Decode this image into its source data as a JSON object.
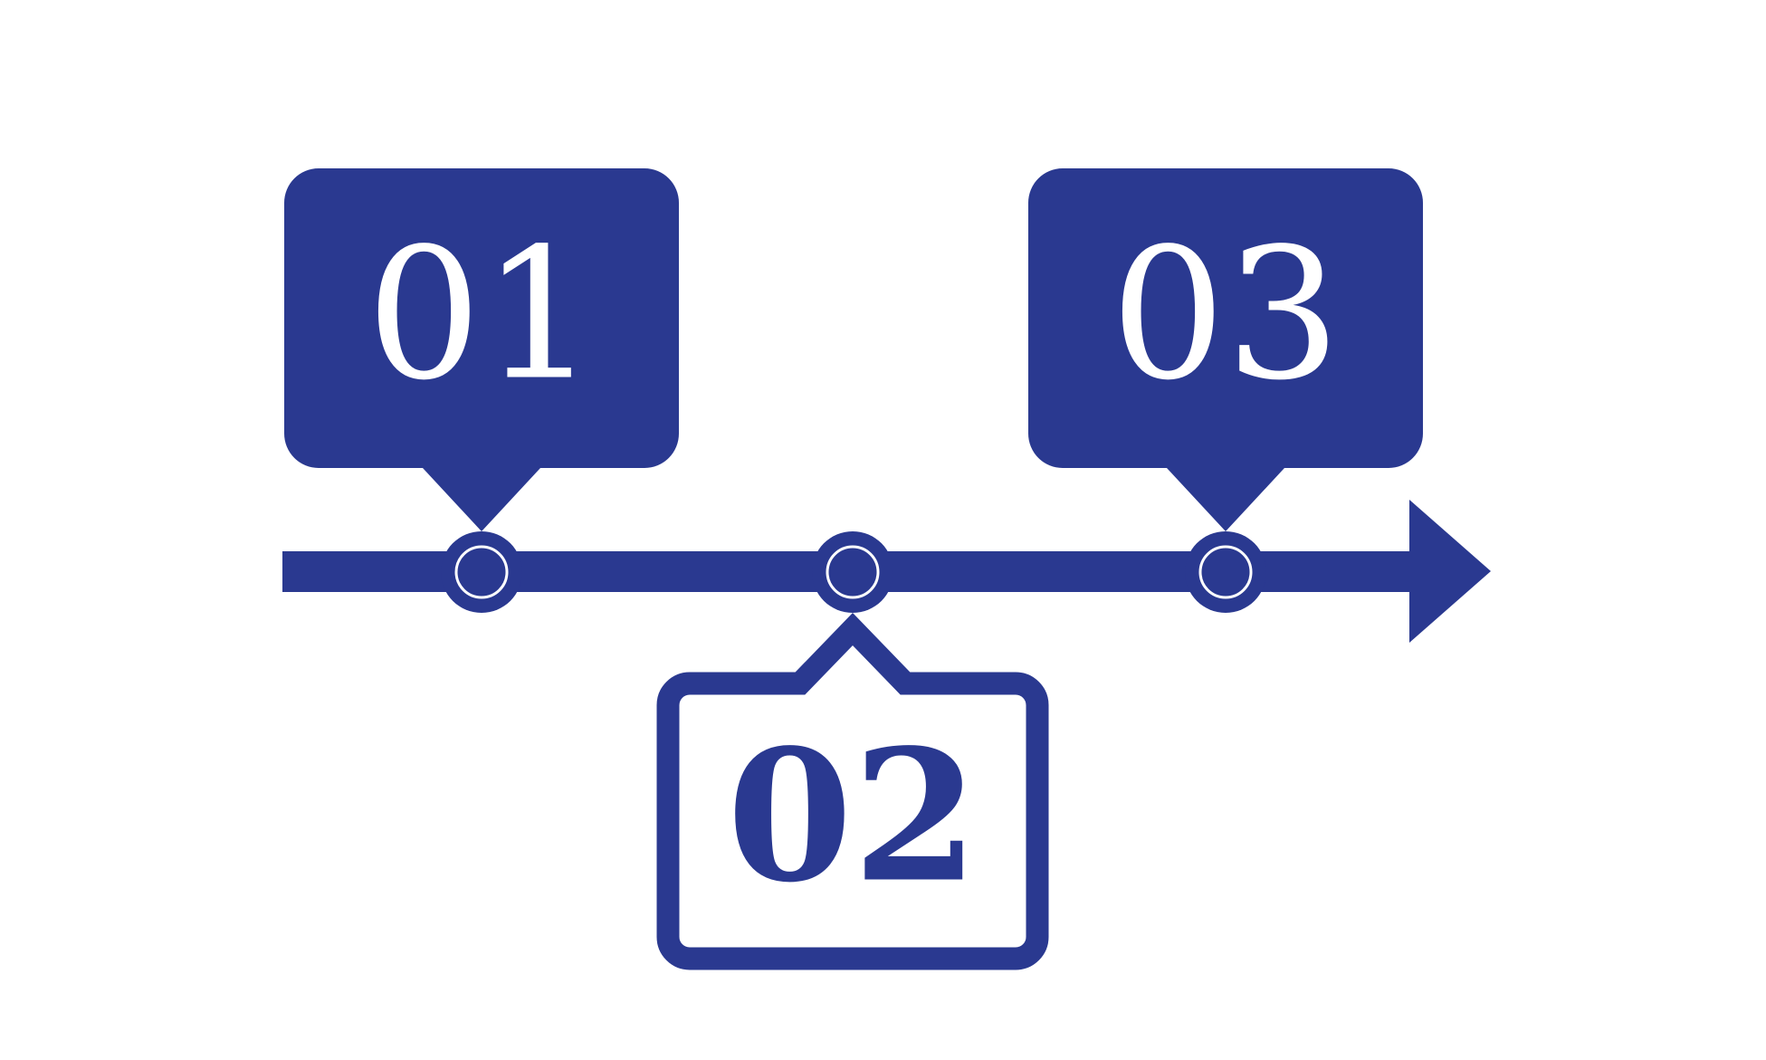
{
  "colors": {
    "primary": "#2a3990",
    "background": "#ffffff"
  },
  "steps": [
    {
      "label": "01",
      "position": "above",
      "style": "filled"
    },
    {
      "label": "02",
      "position": "below",
      "style": "outlined"
    },
    {
      "label": "03",
      "position": "above",
      "style": "filled"
    }
  ]
}
